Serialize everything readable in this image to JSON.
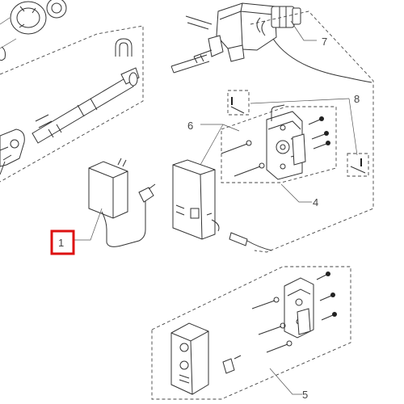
{
  "diagram": {
    "callouts": [
      {
        "id": "c1",
        "label": "1",
        "highlighted": true
      },
      {
        "id": "c4",
        "label": "4",
        "highlighted": false
      },
      {
        "id": "c5",
        "label": "5",
        "highlighted": false
      },
      {
        "id": "c6",
        "label": "6",
        "highlighted": false
      },
      {
        "id": "c7",
        "label": "7",
        "highlighted": false
      },
      {
        "id": "c8",
        "label": "8",
        "highlighted": false
      }
    ],
    "highlight_color": "#dd1111",
    "line_color": "#333333"
  }
}
